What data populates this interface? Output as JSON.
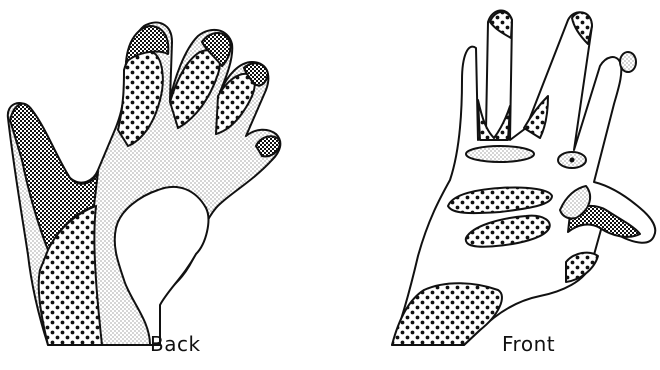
{
  "figure": {
    "panels": [
      {
        "caption": "Back"
      },
      {
        "caption": "Front"
      }
    ]
  },
  "colors": {
    "ink": "#111111",
    "paper": "#ffffff"
  },
  "legend_patterns": [
    "fine-stipple",
    "crosshatch",
    "dots"
  ]
}
